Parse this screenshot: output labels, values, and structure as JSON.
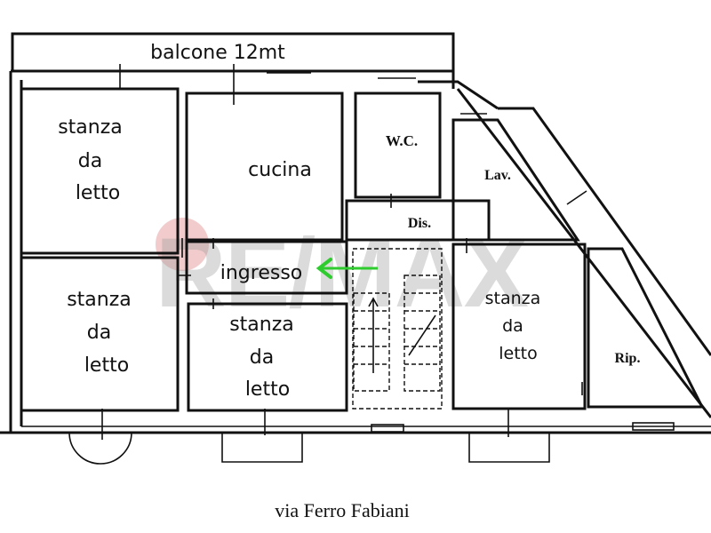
{
  "plan": {
    "balcony": "balcone 12mt",
    "rooms": {
      "bedroom_top_left": [
        "stanza",
        "da",
        "letto"
      ],
      "kitchen": "cucina",
      "wc": "W.C.",
      "laundry": "Lav.",
      "hallway": "Dis.",
      "entrance": "ingresso",
      "bedroom_bottom_left": [
        "stanza",
        "da",
        "letto"
      ],
      "bedroom_middle": [
        "stanza",
        "da",
        "letto"
      ],
      "bedroom_right": [
        "stanza",
        "da",
        "letto"
      ],
      "storage": "Rip."
    },
    "street": "via Ferro Fabiani",
    "watermark": "RE/MAX",
    "colors": {
      "arrow": "#2ecc2e",
      "watermark": "#9a9a9a"
    }
  }
}
